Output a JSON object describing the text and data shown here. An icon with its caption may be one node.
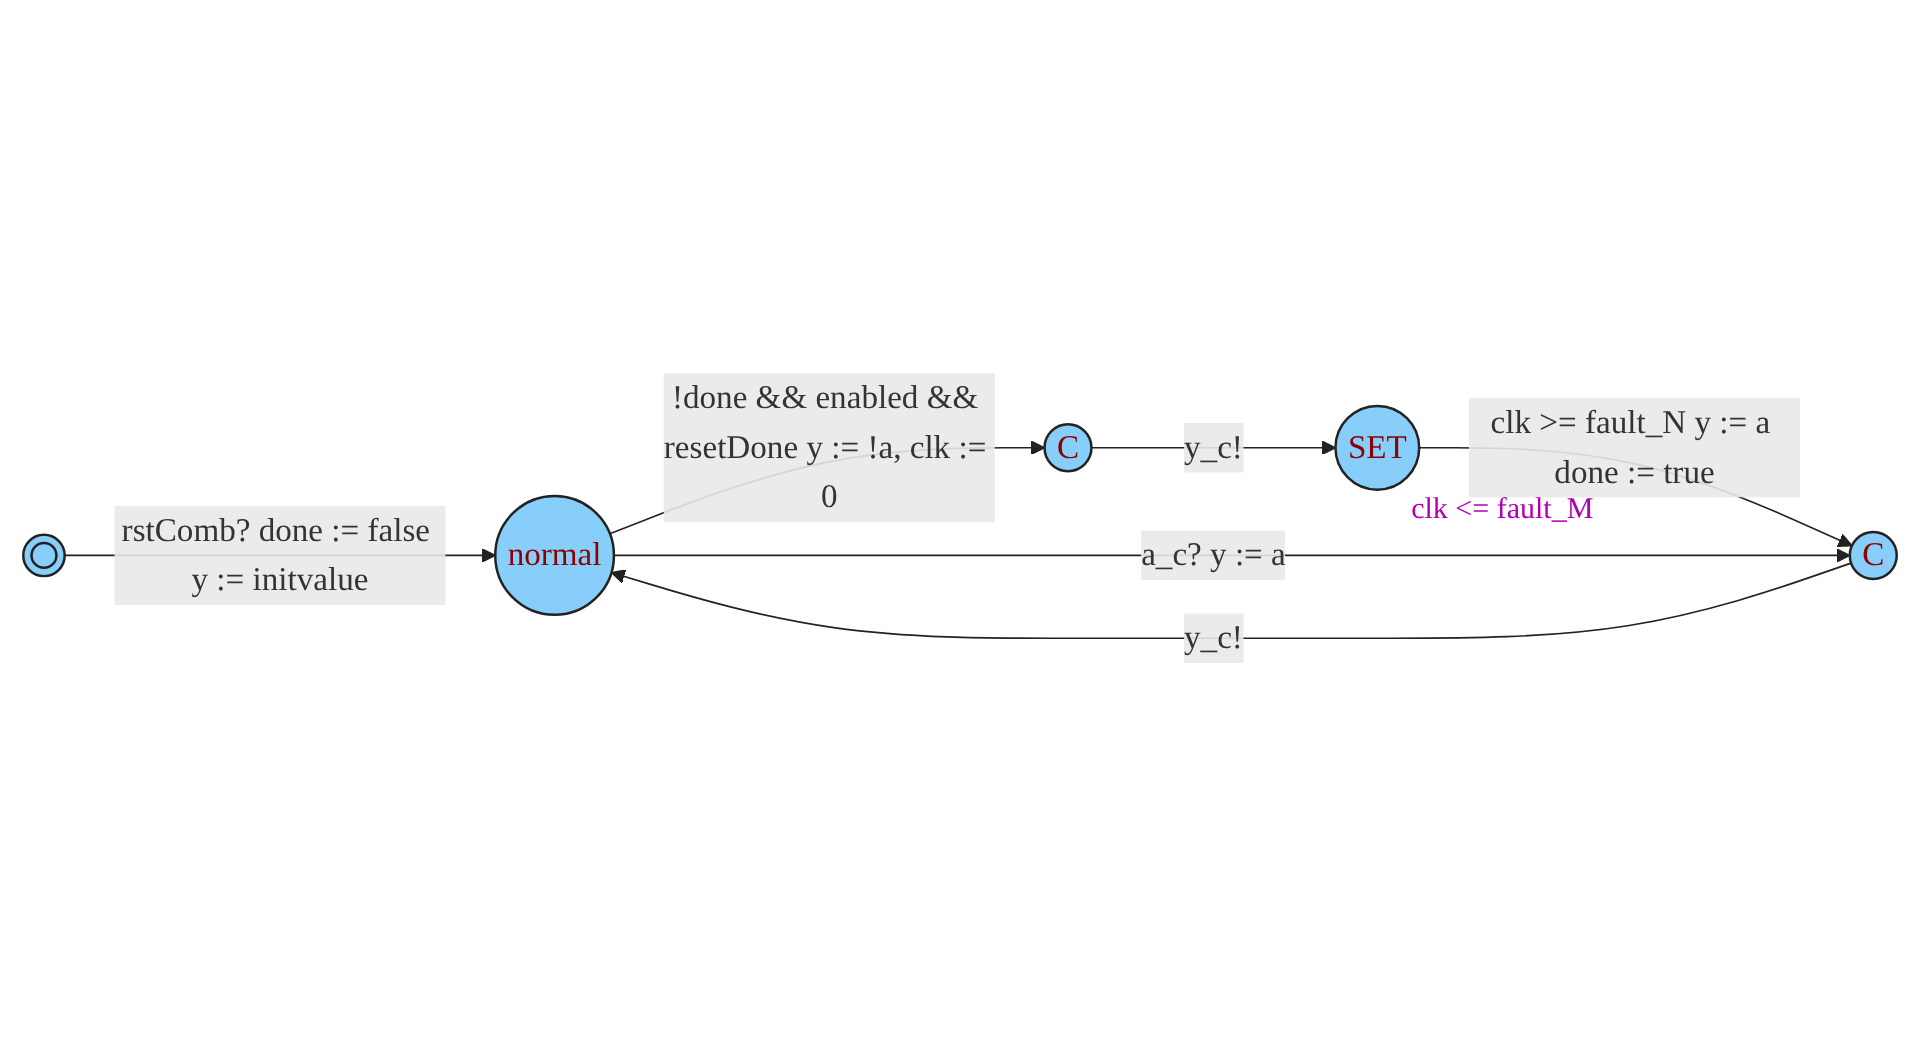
{
  "diagram": {
    "nodes": [
      {
        "text": [],
        "shape": "circle"
      },
      {
        "text": [
          "normal"
        ]
      },
      {
        "text": [
          "C"
        ]
      },
      {
        "text": [
          "SET"
        ],
        "beside": [
          "clk <= fault_M"
        ]
      },
      {
        "text": [
          "C"
        ]
      }
    ],
    "edges": [
      {
        "from": 0,
        "to": 1,
        "arrow": "to",
        "label": "rstComb? done := false y := initvalue"
      },
      {
        "from": 1,
        "to": 2,
        "arrow": "to",
        "label": "!done && enabled && resetDone y := !a, clk := 0"
      },
      {
        "from": 2,
        "to": 3,
        "arrow": "to",
        "label": "y_c!"
      },
      {
        "from": 3,
        "to": 4,
        "arrow": "to",
        "label": "clk >= fault_N y := a done := true"
      },
      {
        "from": 1,
        "to": 4,
        "arrow": "to",
        "label": "a_c? y := a"
      },
      {
        "from": 4,
        "to": 1,
        "arrow": "to",
        "label": "y_c!"
      }
    ]
  }
}
